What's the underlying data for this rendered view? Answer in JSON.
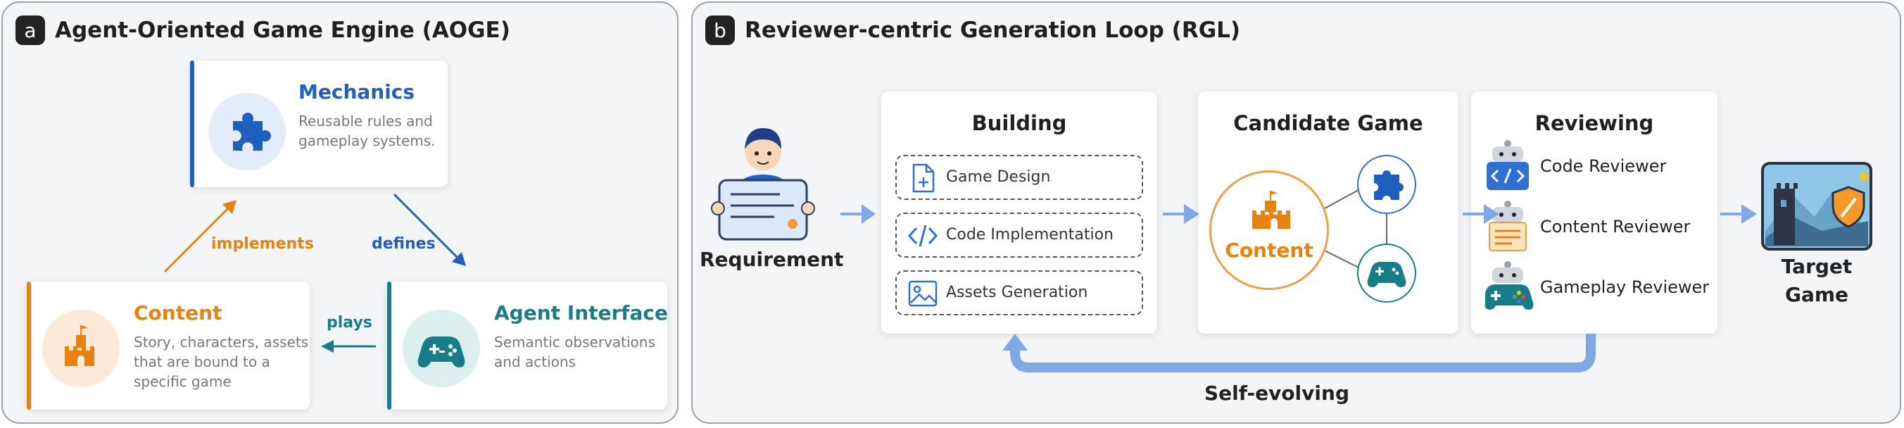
{
  "panel_a": {
    "badge": "a",
    "title": "Agent-Oriented Game Engine (AOGE)",
    "mechanics": {
      "title": "Mechanics",
      "desc_line1": "Reusable rules and",
      "desc_line2": "gameplay systems.",
      "accent": "#1f5fbf"
    },
    "content": {
      "title": "Content",
      "desc_line1": "Story, characters, assets",
      "desc_line2": "that are bound to a",
      "desc_line3": "specific game",
      "accent": "#e8820c"
    },
    "agent_interface": {
      "title": "Agent Interface",
      "desc_line1": "Semantic observations",
      "desc_line2": "and actions",
      "accent": "#177e89"
    },
    "edges": {
      "implements": "implements",
      "defines": "defines",
      "plays": "plays"
    }
  },
  "panel_b": {
    "badge": "b",
    "title": "Reviewer-centric Generation Loop (RGL)",
    "requirement": "Requirement",
    "building": {
      "title": "Building",
      "items": [
        "Game Design",
        "Code Implementation",
        "Assets Generation"
      ]
    },
    "candidate": {
      "title": "Candidate Game",
      "content_label": "Content"
    },
    "reviewing": {
      "title": "Reviewing",
      "items": [
        "Code Reviewer",
        "Content Reviewer",
        "Gameplay Reviewer"
      ]
    },
    "target_line1": "Target",
    "target_line2": "Game",
    "loop_label": "Self-evolving",
    "arrow_color": "#7fa9e6"
  }
}
